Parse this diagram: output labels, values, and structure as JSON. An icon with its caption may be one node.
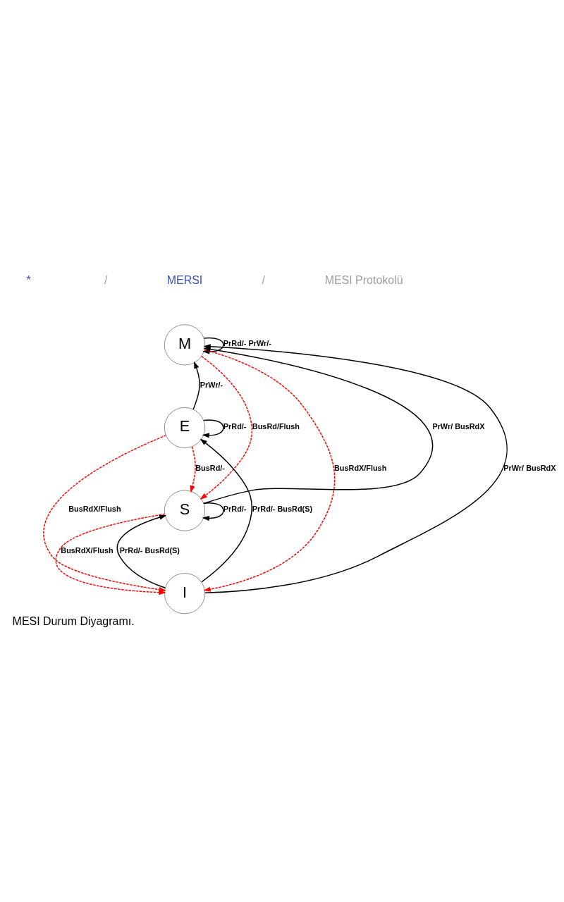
{
  "diagram": {
    "caption": "MESI Durum Diyagramı.",
    "nodes": [
      {
        "text": [
          "M"
        ]
      },
      {
        "text": [
          "E"
        ]
      },
      {
        "text": [
          "S"
        ]
      },
      {
        "text": [
          "I"
        ]
      }
    ],
    "edges": [
      {
        "from": 0,
        "to": 0,
        "arrow": "to",
        "label": "PrRd/- PrWr/-"
      },
      {
        "from": 1,
        "to": 0,
        "arrow": "to",
        "label": "PrWr/-"
      },
      {
        "from": 1,
        "to": 1,
        "arrow": "to",
        "label": "PrRd/-"
      },
      {
        "from": 2,
        "to": 0,
        "arrow": "to",
        "label": "PrWr/ BusRdX"
      },
      {
        "from": 3,
        "to": 0,
        "arrow": "to",
        "label": "PrWr/ BusRdX"
      },
      {
        "from": 3,
        "to": 1,
        "arrow": "to",
        "label": "PrRd/- BusRd(S)"
      },
      {
        "from": 2,
        "to": 2,
        "arrow": "to",
        "label": "PrRd/-"
      },
      {
        "from": 3,
        "to": 2,
        "arrow": "to",
        "label": "PrRd/- BusRd(S)"
      },
      {
        "from": 0,
        "to": 2,
        "arrow": "to",
        "label": "BusRd/Flush",
        "style": "dashed",
        "color": "#ff0000"
      },
      {
        "from": 0,
        "to": 3,
        "arrow": "to",
        "label": "BusRdX/Flush",
        "style": "dashed",
        "color": "#ff0000"
      },
      {
        "from": 1,
        "to": 2,
        "arrow": "to",
        "label": "BusRd/-",
        "style": "dashed",
        "color": "#ff0000"
      },
      {
        "from": 1,
        "to": 3,
        "arrow": "to",
        "label": "BusRdX/Flush",
        "style": "dashed",
        "color": "#ff0000"
      },
      {
        "from": 2,
        "to": 3,
        "arrow": "to",
        "label": "BusRdX/Flush",
        "style": "dashed",
        "color": "#ff0000"
      }
    ],
    "labels": [
      "*",
      "/",
      "MERSI",
      "/",
      "MESI Protokolü"
    ]
  }
}
